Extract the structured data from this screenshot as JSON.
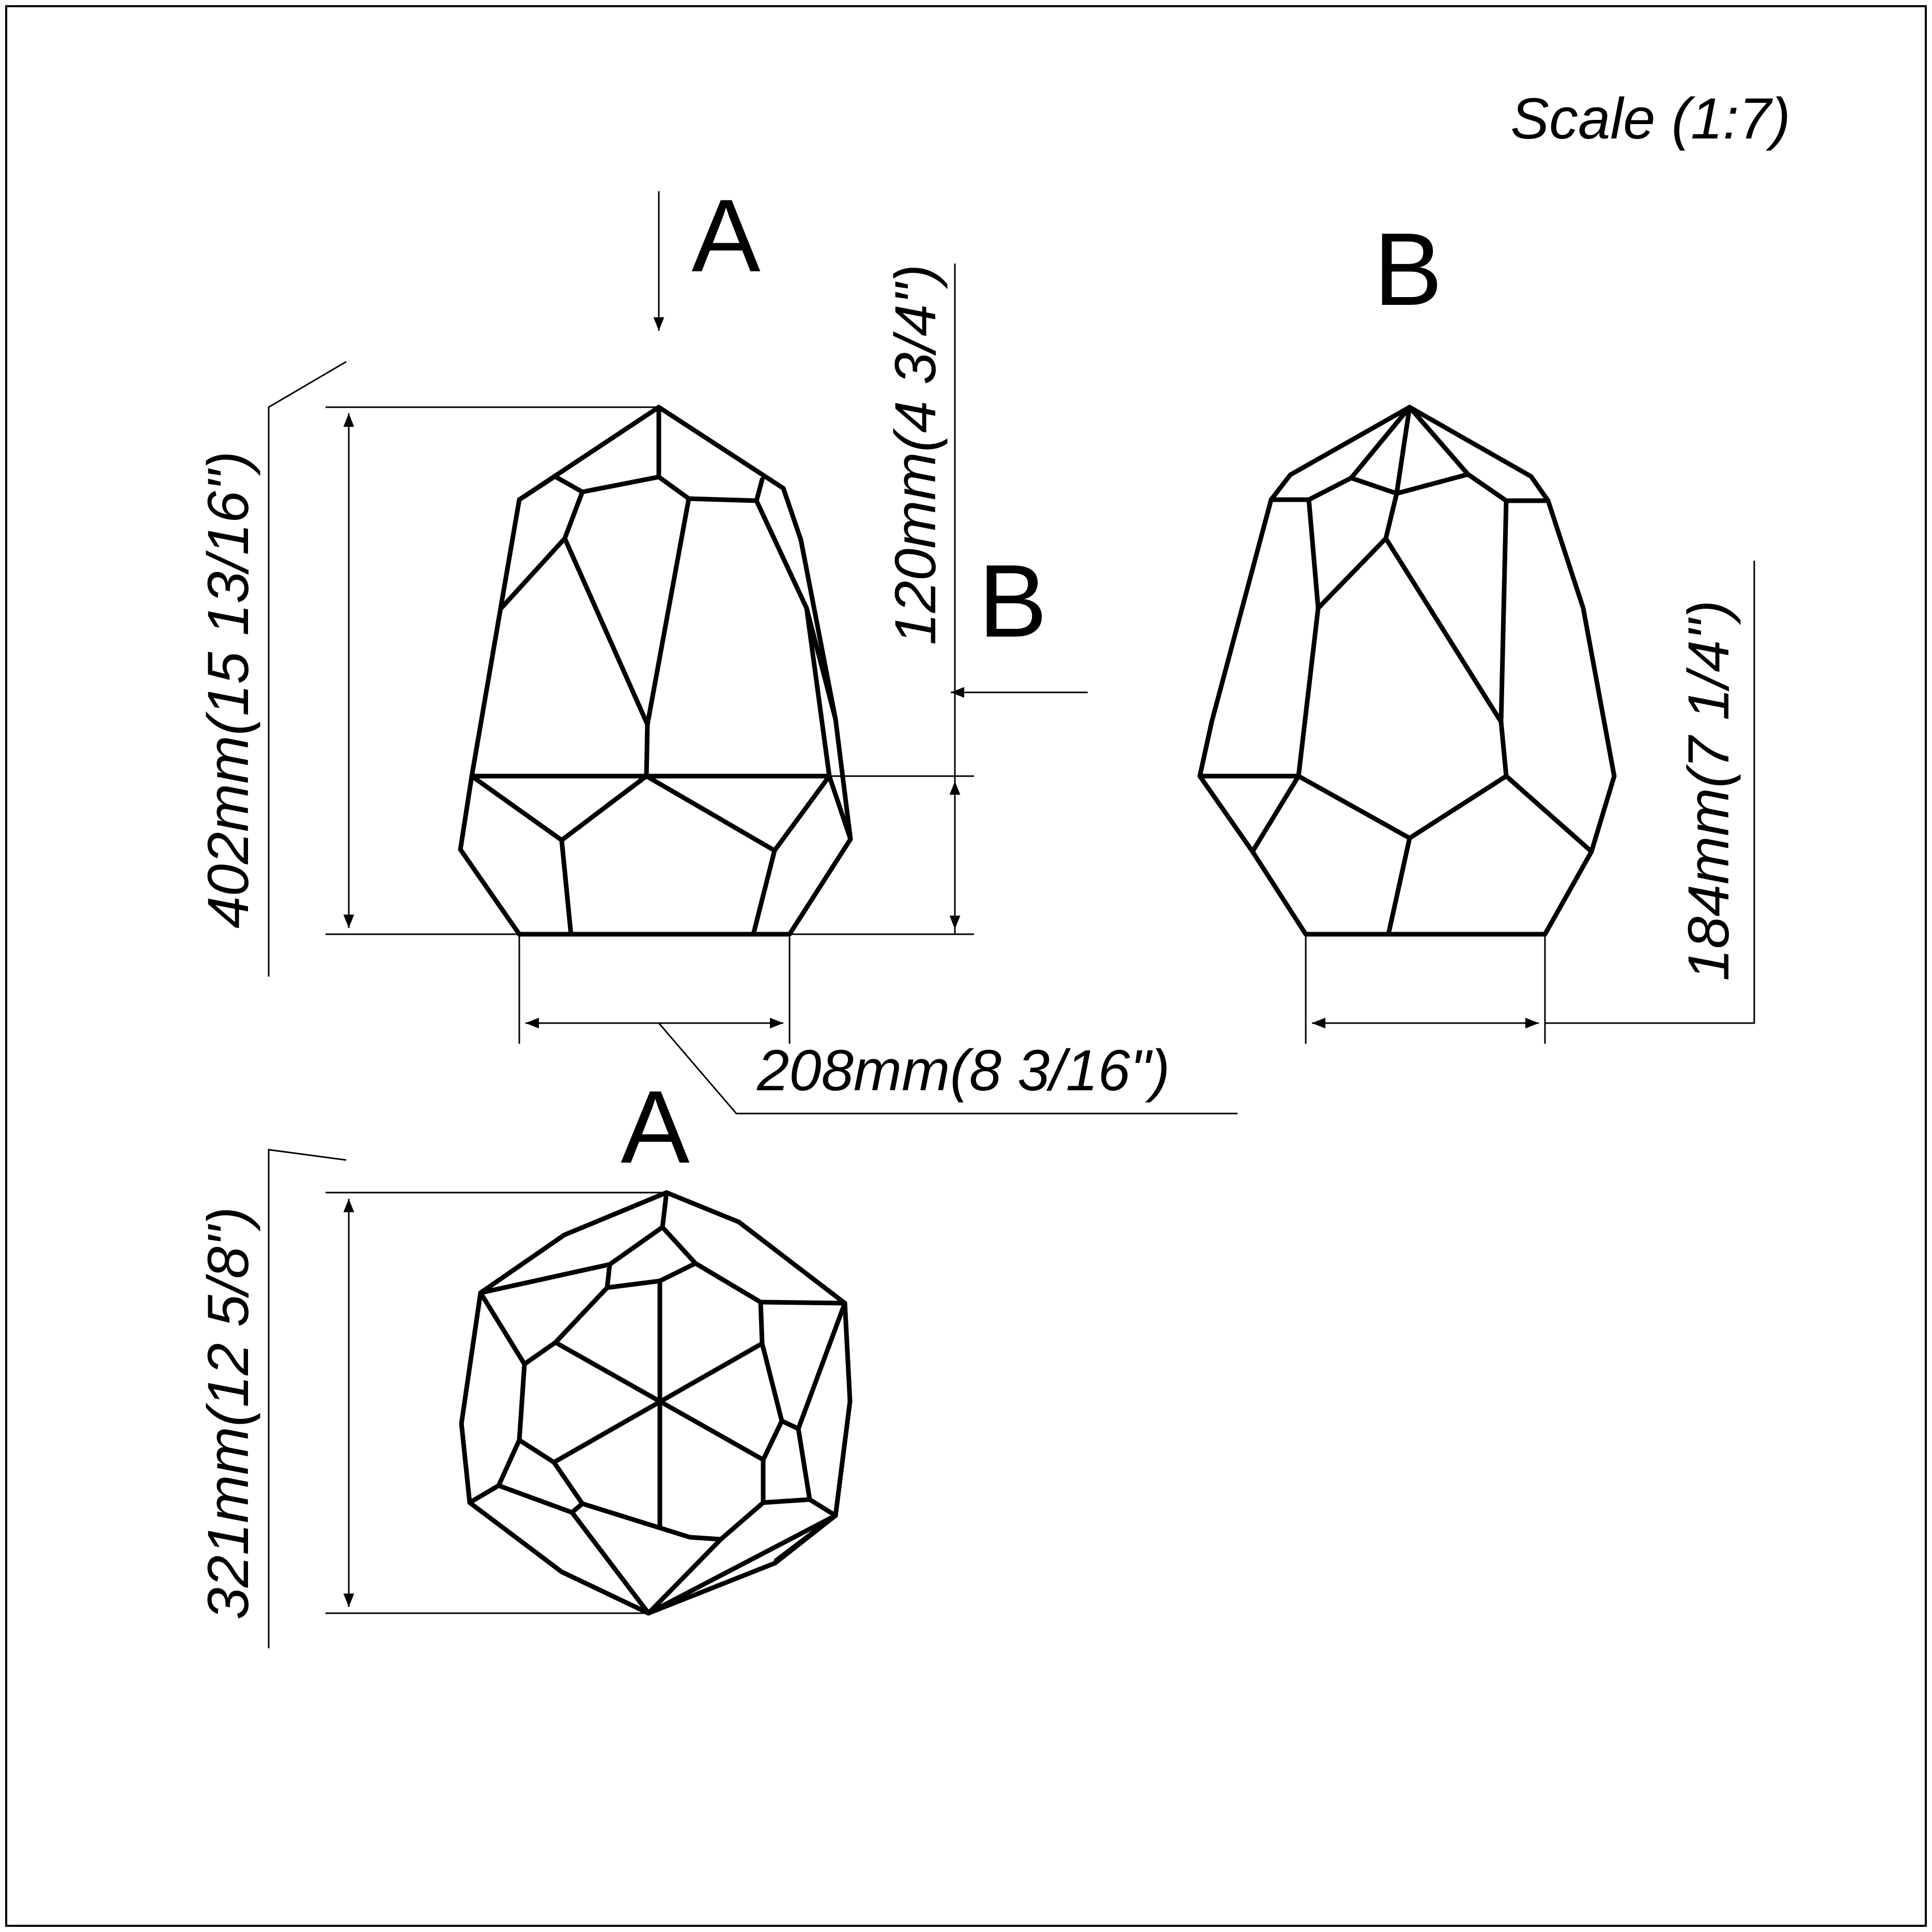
{
  "scale": "Scale (1:7)",
  "views": {
    "a": "A",
    "b": "B",
    "a_arrow": "A",
    "b_arrow": "B"
  },
  "dimensions": {
    "height_front": "402mm(15 13/16\")",
    "height_lower": "120mm(4 3/4\")",
    "width_front": "208mm(8 3/16\")",
    "height_side": "184mm(7 1/4\")",
    "height_top": "321mm(12 5/8\")"
  },
  "colors": {
    "line": "#000000",
    "background": "#ffffff"
  }
}
